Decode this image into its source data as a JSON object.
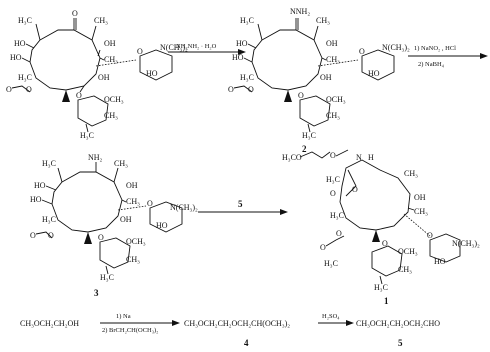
{
  "reactions": {
    "step1_reagent": "NH₂NH₂ · H₂O",
    "step2_reagent_1": "1) NaNO₂ , HCl",
    "step2_reagent_2": "2) NaBH₄",
    "step3_reagent": "5",
    "step4_reagent_1": "1) Na",
    "step4_reagent_2": "2) BrCH₂CH(OCH₃)₂",
    "step5_reagent": "H₂SO₄"
  },
  "compounds": {
    "c2": "2",
    "c3": "3",
    "c1": "1",
    "c4": "4",
    "c5": "5"
  },
  "labels": {
    "ch3": "CH₃",
    "h3c": "H₃C",
    "ho": "HO",
    "oh": "OH",
    "o": "O",
    "nme2": "N(CH₃)₂",
    "och3": "OCH₃",
    "nnh2": "NNH₂",
    "nh2": "NH₂",
    "n": "N",
    "ome_chain": "H₃CO",
    "h3c_o": "H₃C"
  },
  "bottom_line": {
    "start": "CH₃OCH₂CH₂OH",
    "mid": "CH₃OCH₂CH₂OCH₂CH(OCH₃)₂",
    "end": "CH₃OCH₂CH₂OCH₂CHO"
  }
}
